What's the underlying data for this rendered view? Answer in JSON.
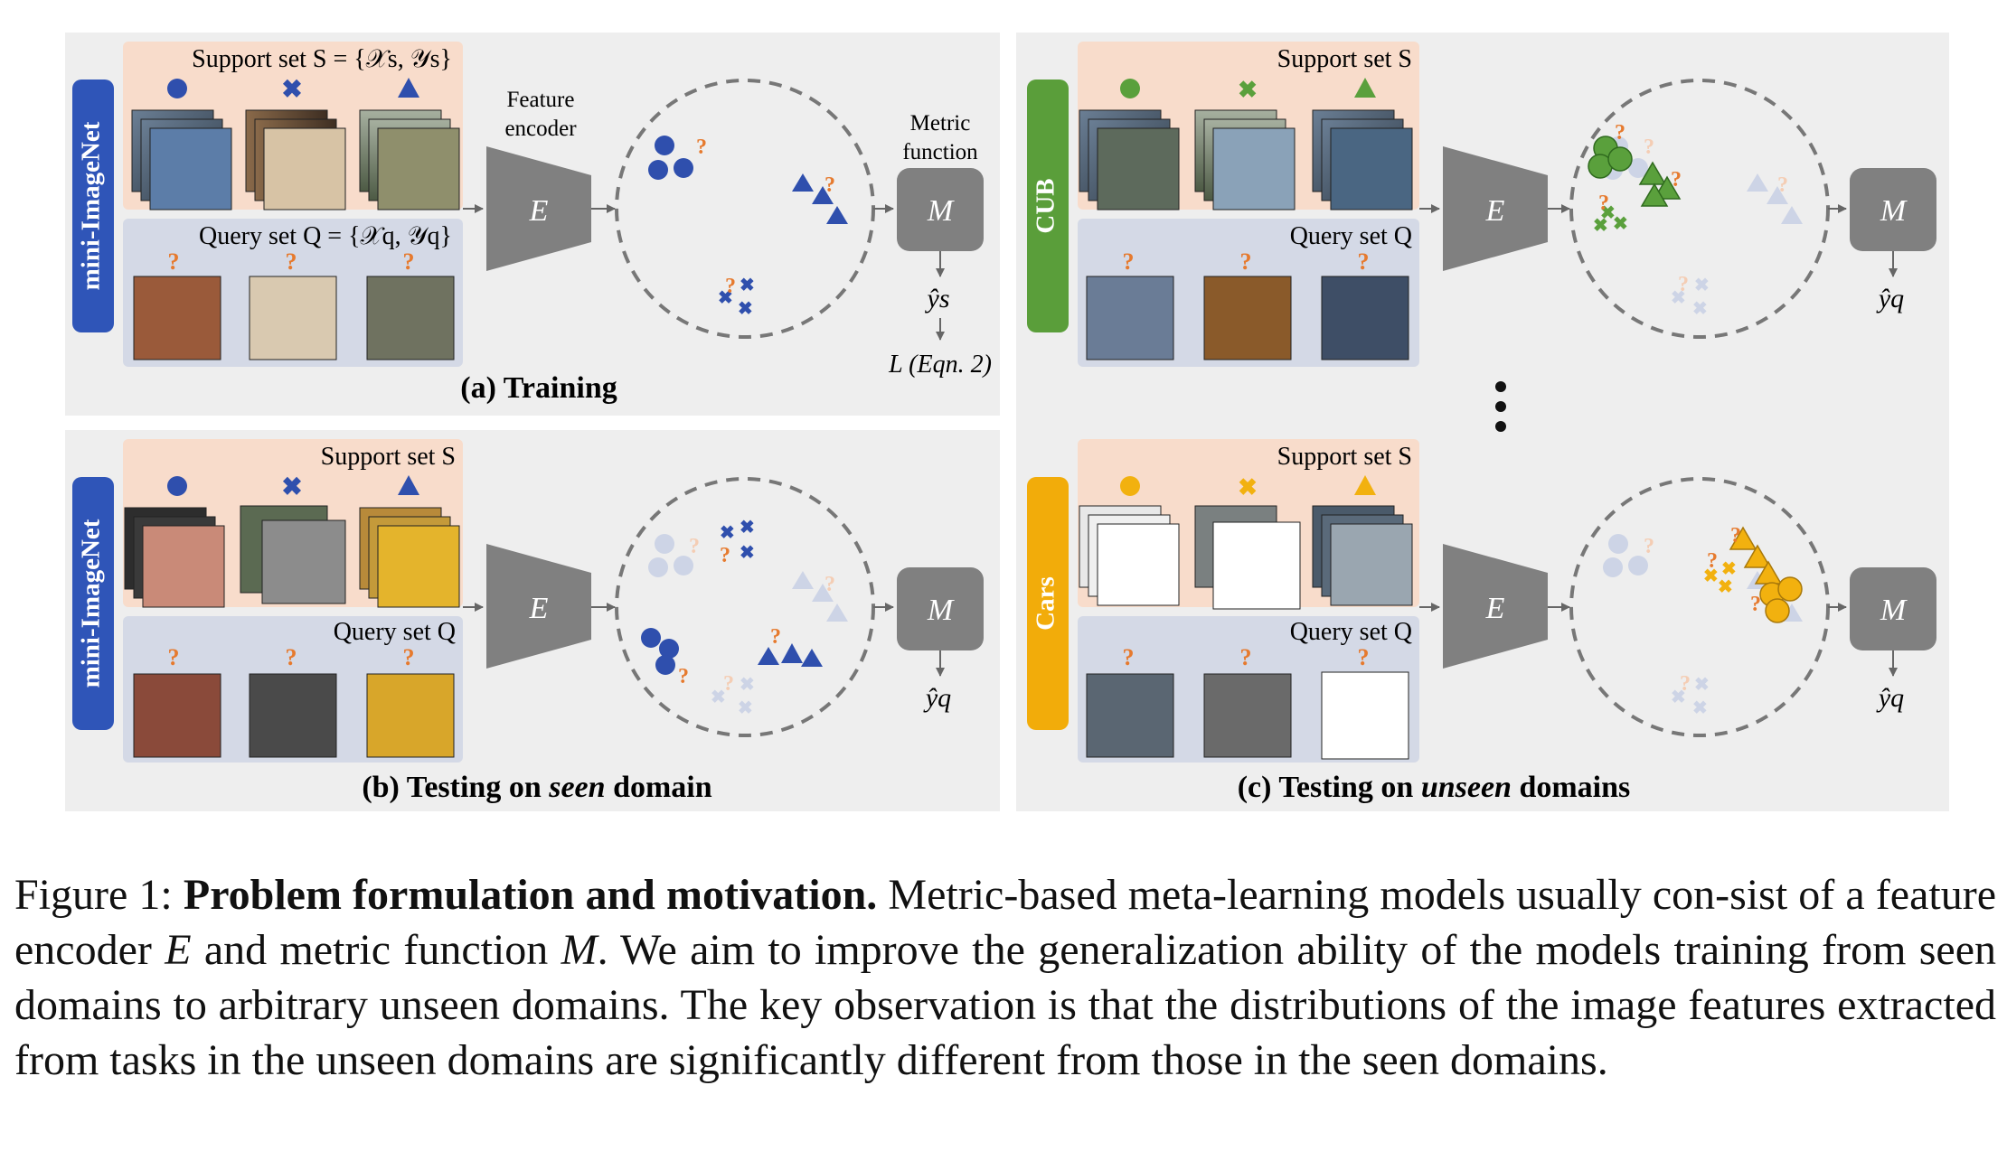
{
  "panels": {
    "training": {
      "caption": "(a) Training",
      "domain_label": "mini-ImageNet",
      "support_label": "Support set S = {𝒳s, 𝒴s}",
      "query_label": "Query set Q = {𝒳q, 𝒴q}",
      "encoder_title_1": "Feature",
      "encoder_title_2": "encoder",
      "metric_title_1": "Metric",
      "metric_title_2": "function",
      "encoder_symbol": "E",
      "metric_symbol": "M",
      "prediction": "ŷs",
      "loss": "L (Eqn. 2)"
    },
    "seen": {
      "caption_pre": "(b) Testing on ",
      "caption_em": "seen",
      "caption_post": " domain",
      "domain_label": "mini-ImageNet",
      "support_label": "Support set S",
      "query_label": "Query set Q",
      "encoder_symbol": "E",
      "metric_symbol": "M",
      "prediction": "ŷq"
    },
    "unseen": {
      "caption_pre": "(c) Testing on ",
      "caption_em": "unseen",
      "caption_post": " domains",
      "domains": [
        {
          "domain_label": "CUB",
          "support_label": "Support set S",
          "query_label": "Query set Q",
          "encoder_symbol": "E",
          "metric_symbol": "M",
          "prediction": "ŷq"
        },
        {
          "domain_label": "Cars",
          "support_label": "Support set S",
          "query_label": "Query set Q",
          "encoder_symbol": "E",
          "metric_symbol": "M",
          "prediction": "ŷq"
        }
      ]
    }
  },
  "question_mark": "?",
  "colors": {
    "panel_bg": "#eeeeee",
    "support_bg": "#f8dccb",
    "query_bg": "#d4d9e6",
    "mini_imagenet_label": "#2f55b8",
    "cub_label": "#5a9e3a",
    "cars_label": "#f2ac0a",
    "class_blue": "#2f4fad",
    "class_green": "#5aa03c",
    "class_yellow": "#f2b10f",
    "faded": "#cdd4e6",
    "question": "#e67a2e",
    "module_gray": "#808080"
  },
  "caption": {
    "figure_label": "Figure 1: ",
    "bold_title": "Problem formulation and motivation.",
    "text_1": " Metric-based meta-learning models usually con-sist of a feature encoder ",
    "encoder_symbol": "E",
    "text_2": " and metric function ",
    "metric_symbol": "M",
    "text_3": ". We aim to improve the generalization ability of the models training from seen domains to arbitrary unseen domains. The key observation is that the distributions of the image features extracted from tasks in the unseen domains are significantly different from those in the seen domains."
  }
}
